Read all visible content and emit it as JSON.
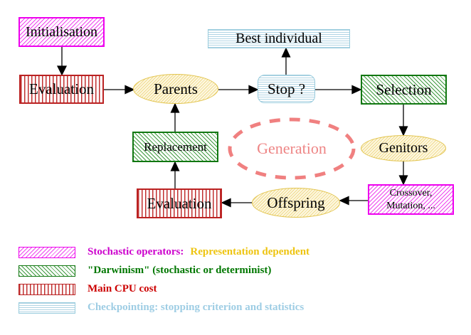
{
  "diagram": {
    "nodes": {
      "initialisation": {
        "label": "Initialisation"
      },
      "evaluation_top": {
        "label": "Evaluation"
      },
      "parents": {
        "label": "Parents"
      },
      "best_individual": {
        "label": "Best individual"
      },
      "stop": {
        "label": "Stop ?"
      },
      "selection": {
        "label": "Selection"
      },
      "genitors": {
        "label": "Genitors"
      },
      "crossover_mutation": {
        "line1": "Crossover,",
        "line2": "Mutation, ..."
      },
      "offspring": {
        "label": "Offspring"
      },
      "evaluation_bottom": {
        "label": "Evaluation"
      },
      "replacement": {
        "label": "Replacement"
      },
      "generation": {
        "label": "Generation"
      }
    },
    "legend": {
      "items": [
        {
          "label": "Stochastic operators:",
          "label2": "Representation dependent"
        },
        {
          "label": "\"Darwinism\" (stochastic or determinist)"
        },
        {
          "label": "Main CPU cost"
        },
        {
          "label": "Checkpointing: stopping criterion and statistics"
        }
      ]
    },
    "colors": {
      "stochastic_magenta": "#ee00ee",
      "darwinism_green": "#117711",
      "cpu_red": "#bb2222",
      "checkpoint_cyan": "#99ccdd",
      "population_yellow": "#e2c44e",
      "generation_salmon": "#f08080",
      "legend_text_magenta": "#cc00cc",
      "legend_text_yellow": "#eec410",
      "legend_text_green": "#007700",
      "legend_text_red": "#cc0000",
      "legend_text_cyan": "#9ecde4"
    }
  }
}
